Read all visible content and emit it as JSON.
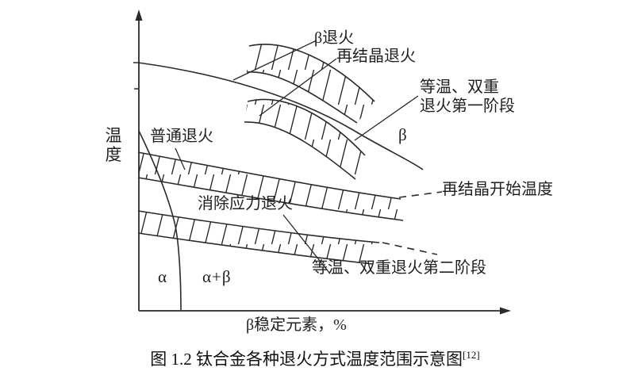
{
  "colors": {
    "ink": "#2a2a2a",
    "text": "#1f1f1f",
    "background": "#ffffff"
  },
  "axes": {
    "y_label": "温度",
    "x_label": "β稳定元素，%"
  },
  "regions": {
    "alpha": "α",
    "alpha_beta": "α+β",
    "beta": "β"
  },
  "annotations": {
    "beta_anneal": "β退火",
    "recrystallization_anneal": "再结晶退火",
    "isothermal_duplex_first_line1": "等温、双重",
    "isothermal_duplex_first_line2": "退火第一阶段",
    "ordinary_anneal": "普通退火",
    "stress_relief_anneal": "消除应力退火",
    "recrystallization_start_temp": "再结晶开始温度",
    "isothermal_duplex_second": "等温、双重退火第二阶段"
  },
  "caption": {
    "text": "图 1.2 钛合金各种退火方式温度范围示意图",
    "reference": "[12]"
  }
}
